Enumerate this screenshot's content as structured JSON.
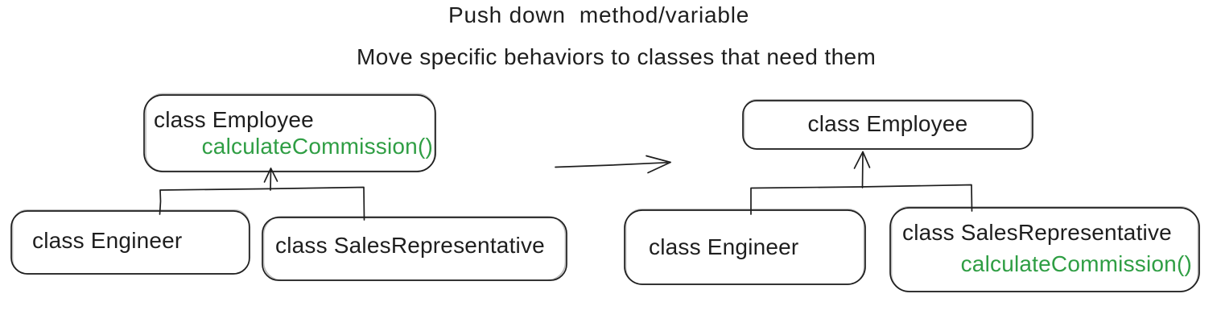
{
  "title": "Push down  method/variable",
  "subtitle": "Move specific behaviors to classes that need them",
  "colors": {
    "stroke": "#1e1e1e",
    "method_green": "#2f9e44",
    "background": "#ffffff"
  },
  "diagram_before": {
    "parent": {
      "title": "class Employee",
      "method": "calculateCommission()"
    },
    "children": [
      {
        "title": "class Engineer"
      },
      {
        "title": "class SalesRepresentative"
      }
    ]
  },
  "diagram_after": {
    "parent": {
      "title": "class Employee"
    },
    "children": [
      {
        "title": "class Engineer"
      },
      {
        "title": "class SalesRepresentative",
        "method": "calculateCommission()"
      }
    ]
  }
}
